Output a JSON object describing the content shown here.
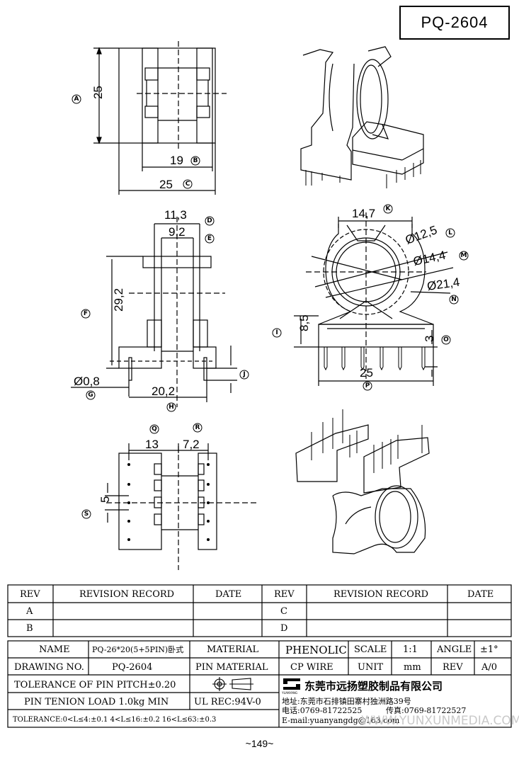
{
  "title": "PQ-2604",
  "page_number": "~149~",
  "dimensions": {
    "top_view": {
      "height": "25",
      "inner_width": "19",
      "outer_width": "25"
    },
    "side_view": {
      "top_width": "11,3",
      "inner_top": "9,2",
      "height": "29,2",
      "pin_dia": "Ø0,8",
      "base_width": "20,2"
    },
    "front_view": {
      "width": "14,7",
      "d1": "Ø12,5",
      "d2": "Ø14,4",
      "d3": "Ø21,4",
      "base_height": "8,5",
      "pin_len": "3",
      "base_width": "25"
    },
    "bottom_view": {
      "row_spacing": "13",
      "offset": "7,2",
      "pitch": "5"
    }
  },
  "callouts": [
    "A",
    "B",
    "C",
    "D",
    "E",
    "F",
    "G",
    "H",
    "J",
    "K",
    "L",
    "M",
    "N",
    "I",
    "O",
    "P",
    "Q",
    "R",
    "S"
  ],
  "revisions": {
    "headers": {
      "rev": "REV",
      "record": "REVISION RECORD",
      "date": "DATE"
    },
    "left_rows": [
      "A",
      "B"
    ],
    "right_rows": [
      "C",
      "D"
    ]
  },
  "title_block": {
    "name_label": "NAME",
    "name_value": "PQ-26*20(5+5PIN)卧式",
    "material_label": "MATERIAL",
    "material_value": "PHENOLIC",
    "scale_label": "SCALE",
    "scale_value": "1:1",
    "angle_label": "ANGLE",
    "angle_value": "±1°",
    "drawing_no_label": "DRAWING NO.",
    "drawing_no_value": "PQ-2604",
    "pin_material_label": "PIN MATERIAL",
    "pin_material_value": "CP WIRE",
    "unit_label": "UNIT",
    "unit_value": "mm",
    "rev_label": "REV",
    "rev_value": "A/0",
    "tolerance_pitch": "TOLERANCE OF PIN PITCH±0.20",
    "pin_tension": "PIN TENION LOAD 1.0kg MIN",
    "ul_rec": "UL REC:94V-0",
    "tolerance_ranges": "TOLERANCE:0<L≤4:±0.1  4<L≤16:±0.2  16<L≤63:±0.3",
    "company_brand": "YUANYANG",
    "company_name": "东莞市远扬塑胶制品有限公司",
    "address": "地址:东莞市石排镇田寨村独洲路39号",
    "phone": "电话:0769-81722525",
    "fax": "传真:0769-81722527",
    "email": "E-mail:yuanyangdg@163.com"
  },
  "watermark": "WWW.YUNXUNMEDIA.COM"
}
